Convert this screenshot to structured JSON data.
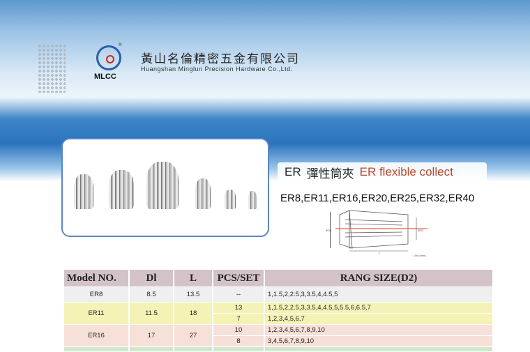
{
  "company": {
    "logo_text": "MLCC",
    "logo_reg": "®",
    "name_cn": "黃山名倫精密五金有限公司",
    "name_en": "Huangshan Minglun Precision Hardware Co.,Ltd."
  },
  "product": {
    "prefix": "ER",
    "title_cn": "彈性筒夾",
    "title_en": "ER flexible collect",
    "sizes": "ER8,ER11,ER16,ER20,ER25,ER32,ER40",
    "diagram_unit": "Unit (mm)",
    "diagram_d1": "ΦD1",
    "diagram_d2": "ΦD2",
    "diagram_l": "L"
  },
  "table": {
    "headers": [
      "Model NO.",
      "Dl",
      "L",
      "PCS/SET",
      "RANG SIZE(D2)"
    ],
    "rows": [
      {
        "model": "ER8",
        "dl": "8.5",
        "l": "13.5",
        "sets": [
          {
            "pcs": "--",
            "range": "1,1.5,2,2.5,3,3.5,4,4.5,5"
          }
        ]
      },
      {
        "model": "ER11",
        "dl": "11.5",
        "l": "18",
        "sets": [
          {
            "pcs": "13",
            "range": "1,1.5,2,2.5,3,3.5,4,4.5,5,5.5,6,6.5,7"
          },
          {
            "pcs": "7",
            "range": "1,2,3,4,5,6,7"
          }
        ]
      },
      {
        "model": "ER16",
        "dl": "17",
        "l": "27",
        "sets": [
          {
            "pcs": "10",
            "range": "1,2,3,4,5,6,7,8,9,10"
          },
          {
            "pcs": "8",
            "range": "3,4,5,6,7,8,9,10"
          }
        ]
      }
    ]
  }
}
